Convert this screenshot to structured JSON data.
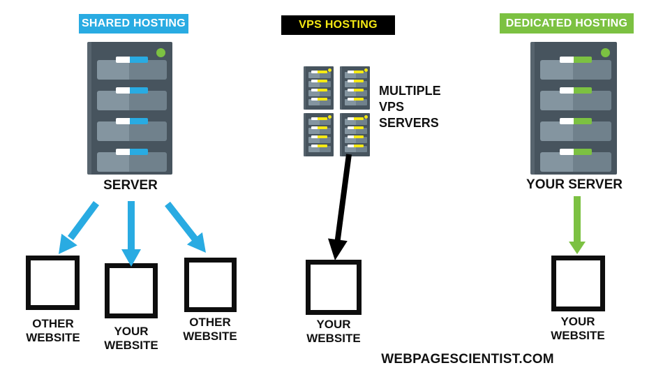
{
  "colors": {
    "blue": "#29ABE2",
    "green": "#7CC142",
    "yellow": "#F5E914",
    "server": "#47545E",
    "server_edge": "#57646E",
    "bay_light": "#8495A0",
    "bay_dark": "#70818C",
    "ink": "#111111",
    "box_border": "#0E0E0E"
  },
  "columns": {
    "shared": {
      "badge": "SHARED HOSTING",
      "server_label": "SERVER",
      "websites": [
        {
          "line1": "OTHER",
          "line2": "WEBSITE"
        },
        {
          "line1": "YOUR",
          "line2": "WEBSITE"
        },
        {
          "line1": "OTHER",
          "line2": "WEBSITE"
        }
      ]
    },
    "vps": {
      "badge": "VPS HOSTING",
      "cluster_label": {
        "line1": "MULTIPLE",
        "line2": "VPS",
        "line3": "SERVERS"
      },
      "website": {
        "line1": "YOUR",
        "line2": "WEBSITE"
      }
    },
    "dedicated": {
      "badge": "DEDICATED  HOSTING",
      "server_label": "YOUR SERVER",
      "website": {
        "line1": "YOUR",
        "line2": "WEBSITE"
      }
    }
  },
  "footer": {
    "text": "WEBPAGESCIENTIST.COM"
  }
}
